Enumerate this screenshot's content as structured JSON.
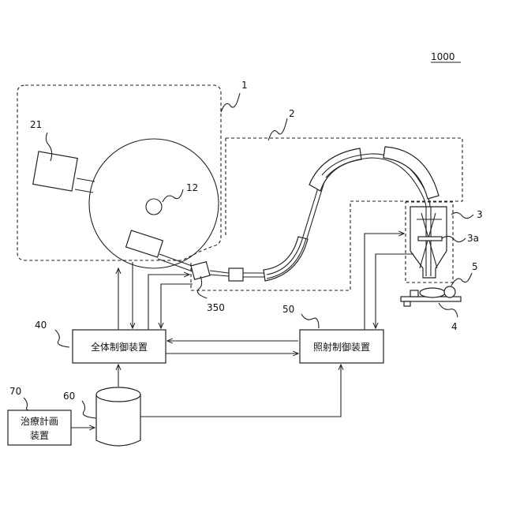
{
  "figure_number": "1000",
  "refs": {
    "r1": "1",
    "r2": "2",
    "r3": "3",
    "r3a": "3a",
    "r4": "4",
    "r5": "5",
    "r12": "12",
    "r21": "21",
    "r350": "350",
    "r40": "40",
    "r50": "50",
    "r60": "60",
    "r70": "70"
  },
  "boxes": {
    "overall_control": "全体制御装置",
    "irradiation_control": "照射制御装置",
    "treatment_planning_line1": "治療計画",
    "treatment_planning_line2": "装置"
  }
}
